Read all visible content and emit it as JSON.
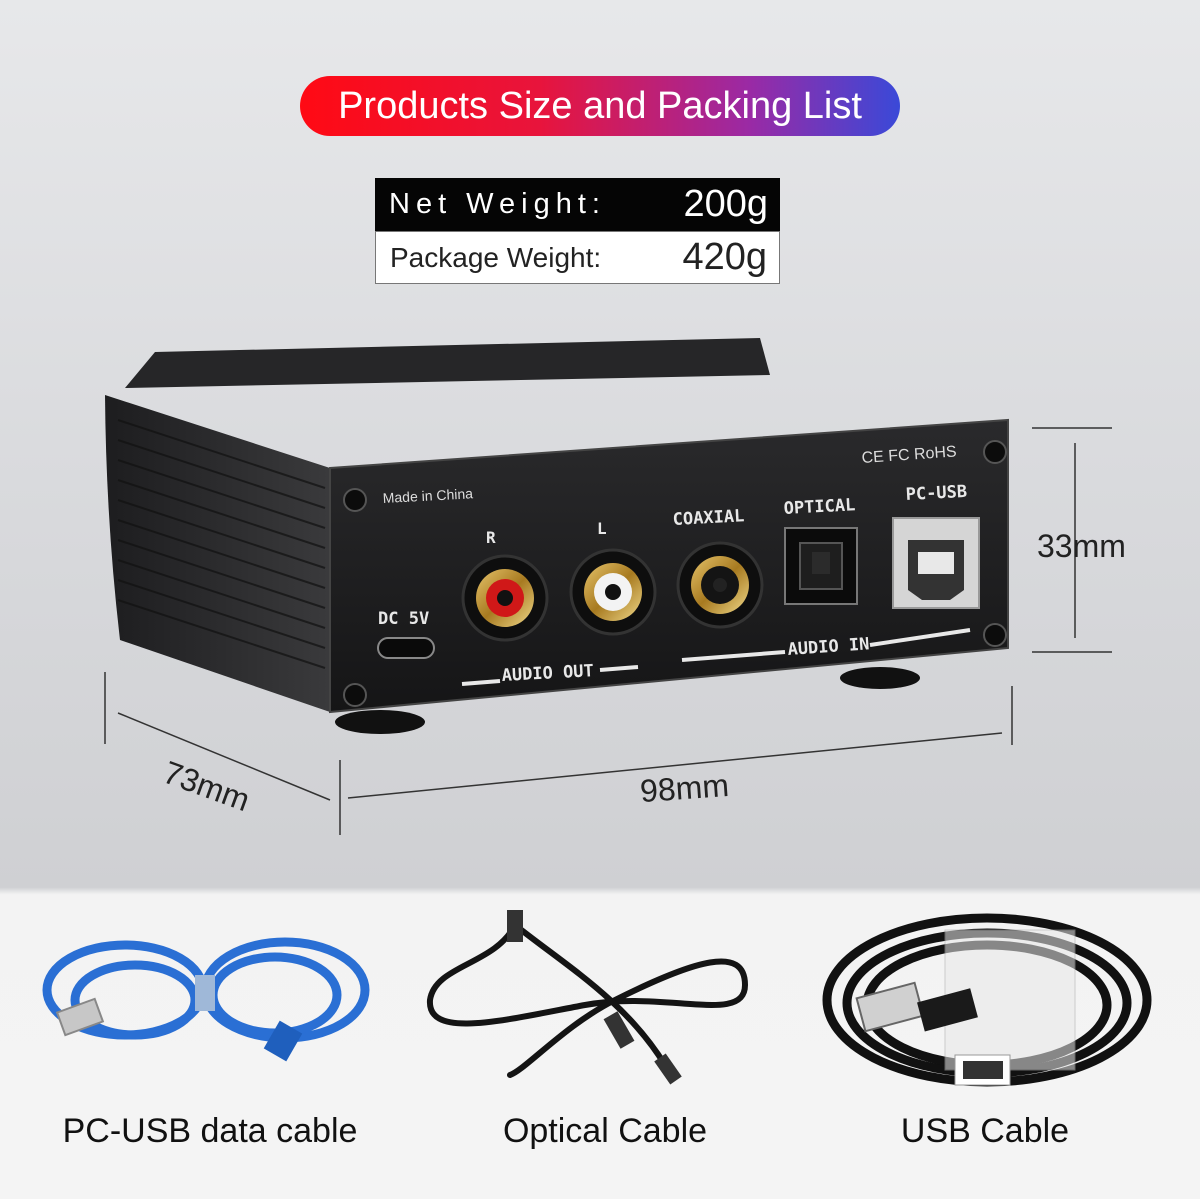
{
  "title": "Products Size and Packing List",
  "weights": {
    "net_label": "Net Weight:",
    "net_value": "200g",
    "package_label": "Package Weight:",
    "package_value": "420g"
  },
  "device_labels": {
    "made_in": "Made in China",
    "r": "R",
    "l": "L",
    "coaxial": "COAXIAL",
    "optical": "OPTICAL",
    "pc_usb": "PC-USB",
    "dc": "DC 5V",
    "audio_out": "AUDIO OUT",
    "audio_in": "AUDIO IN",
    "cert": "CE FC RoHS"
  },
  "dimensions": {
    "height": "33mm",
    "depth": "73mm",
    "width": "98mm"
  },
  "packing_list": [
    {
      "label": "PC-USB data cable",
      "color": "#2a6fd4"
    },
    {
      "label": "Optical Cable",
      "color": "#111111"
    },
    {
      "label": "USB Cable",
      "color": "#111111"
    }
  ]
}
